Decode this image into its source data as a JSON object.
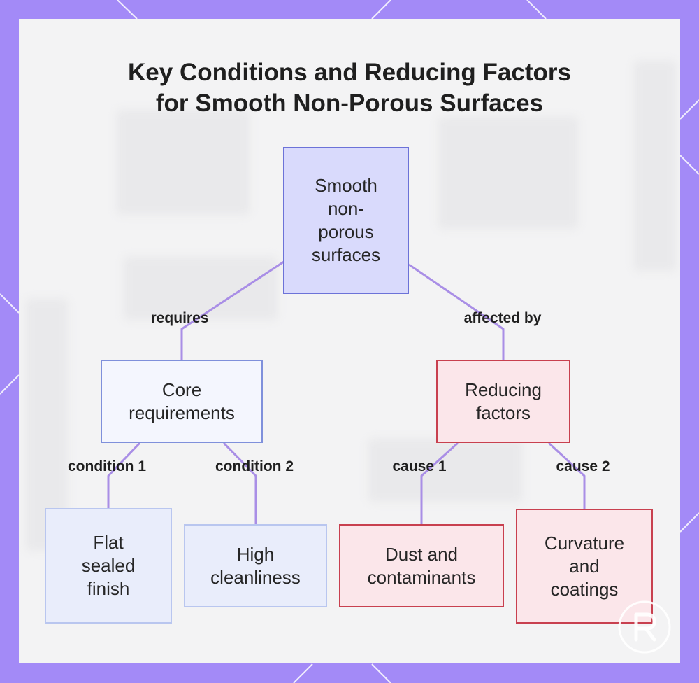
{
  "title": {
    "line1": "Key Conditions and Reducing Factors",
    "line2": "for Smooth Non-Porous Surfaces"
  },
  "nodes": {
    "root": {
      "lines": [
        "Smooth",
        "non-",
        "porous",
        "surfaces"
      ]
    },
    "core": {
      "lines": [
        "Core",
        "requirements"
      ]
    },
    "reducing": {
      "lines": [
        "Reducing",
        "factors"
      ]
    },
    "flat": {
      "lines": [
        "Flat",
        "sealed",
        "finish"
      ]
    },
    "clean": {
      "lines": [
        "High",
        "cleanliness"
      ]
    },
    "dust": {
      "lines": [
        "Dust and",
        "contaminants"
      ]
    },
    "curve": {
      "lines": [
        "Curvature",
        "and",
        "coatings"
      ]
    }
  },
  "edges": {
    "requires": "requires",
    "affected_by": "affected by",
    "condition1": "condition 1",
    "condition2": "condition 2",
    "cause1": "cause 1",
    "cause2": "cause 2"
  },
  "colors": {
    "frame": "#a38af7",
    "edge": "#a98ee6",
    "root_fill": "#d9dafc",
    "root_border": "#6c72d8",
    "red_fill": "#fbe6ea",
    "red_border": "#c8404f"
  }
}
